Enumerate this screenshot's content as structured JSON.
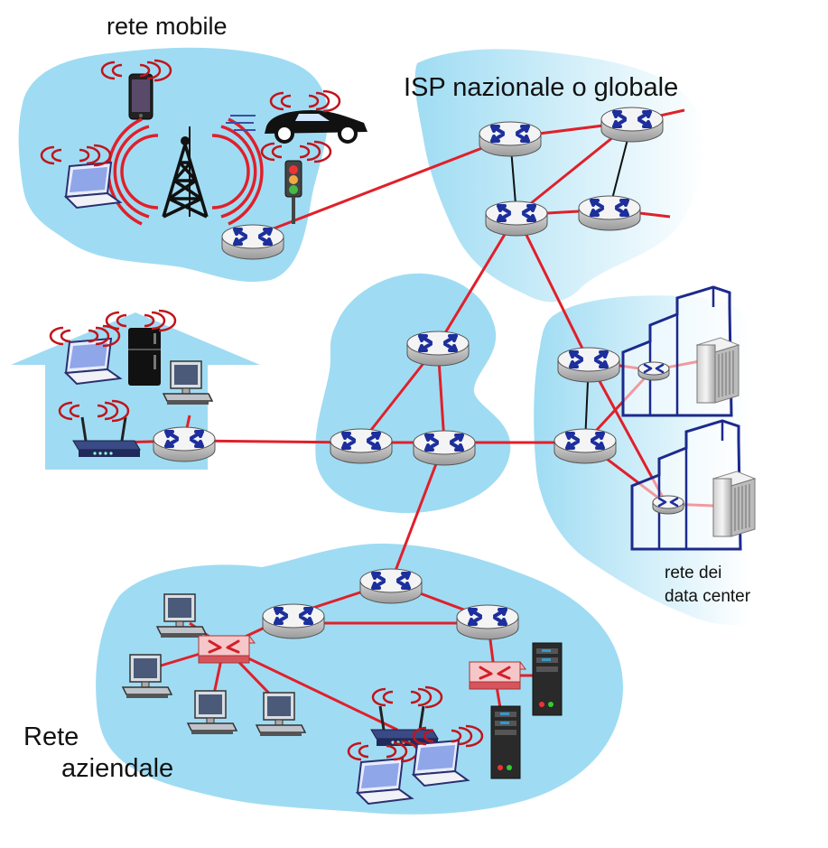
{
  "labels": {
    "mobile_network": "rete mobile",
    "isp": "ISP nazionale o globale",
    "datacenter_line1": "rete dei",
    "datacenter_line2": "data center",
    "enterprise_line1": "Rete",
    "enterprise_line2": "aziendale"
  },
  "colors": {
    "region_fill": "#9fdcf3",
    "link": "#e0202a",
    "router_body": "#f2f2f2",
    "router_arrows": "#1c2f9c",
    "switch": "#e05a60",
    "building": "#1c2a8c"
  },
  "icons": [
    "router-icon",
    "switch-icon",
    "cell-tower-icon",
    "smartphone-icon",
    "car-icon",
    "traffic-light-icon",
    "laptop-icon",
    "desktop-icon",
    "wifi-ap-icon",
    "fridge-icon",
    "server-icon",
    "building-icon",
    "wireless-signal-icon"
  ]
}
